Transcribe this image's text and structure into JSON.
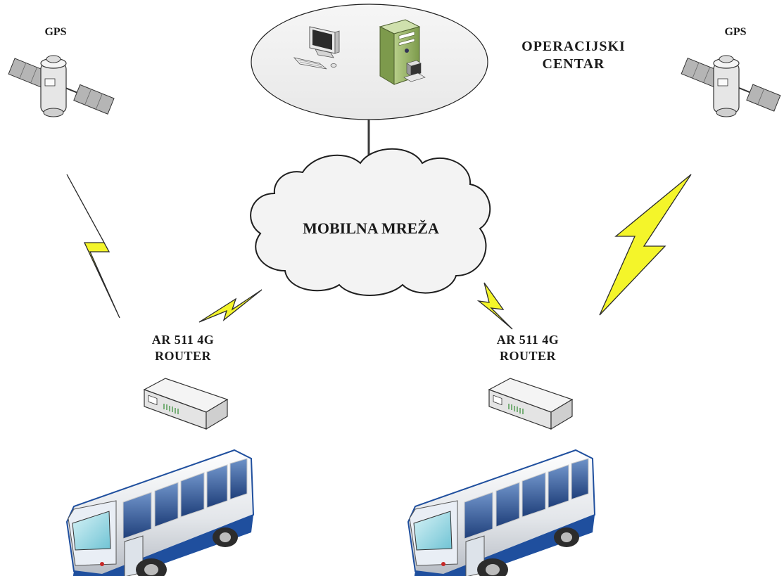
{
  "labels": {
    "gps_left": "GPS",
    "gps_right": "GPS",
    "operations_line1": "OPERACIJSKI",
    "operations_line2": "CENTAR",
    "network": "MOBILNA MREŽA",
    "router_left_line1": "AR 511 4G",
    "router_left_line2": "ROUTER",
    "router_right_line1": "AR 511 4G",
    "router_right_line2": "ROUTER"
  },
  "icons": {
    "satellite": "satellite-icon",
    "computer": "desktop-computer-icon",
    "server": "server-tower-icon",
    "cloud": "cloud-icon",
    "router": "router-icon",
    "bus": "bus-icon",
    "wireless": "lightning-bolt-icon"
  },
  "colors": {
    "lightning_fill": "#f4f52a",
    "lightning_stroke": "#2b2b2b",
    "ellipse_fill": "#f0f0f0",
    "cloud_fill": "#f2f2f2",
    "bus_blue": "#1f4f9e",
    "server_green": "#8fae5c"
  }
}
